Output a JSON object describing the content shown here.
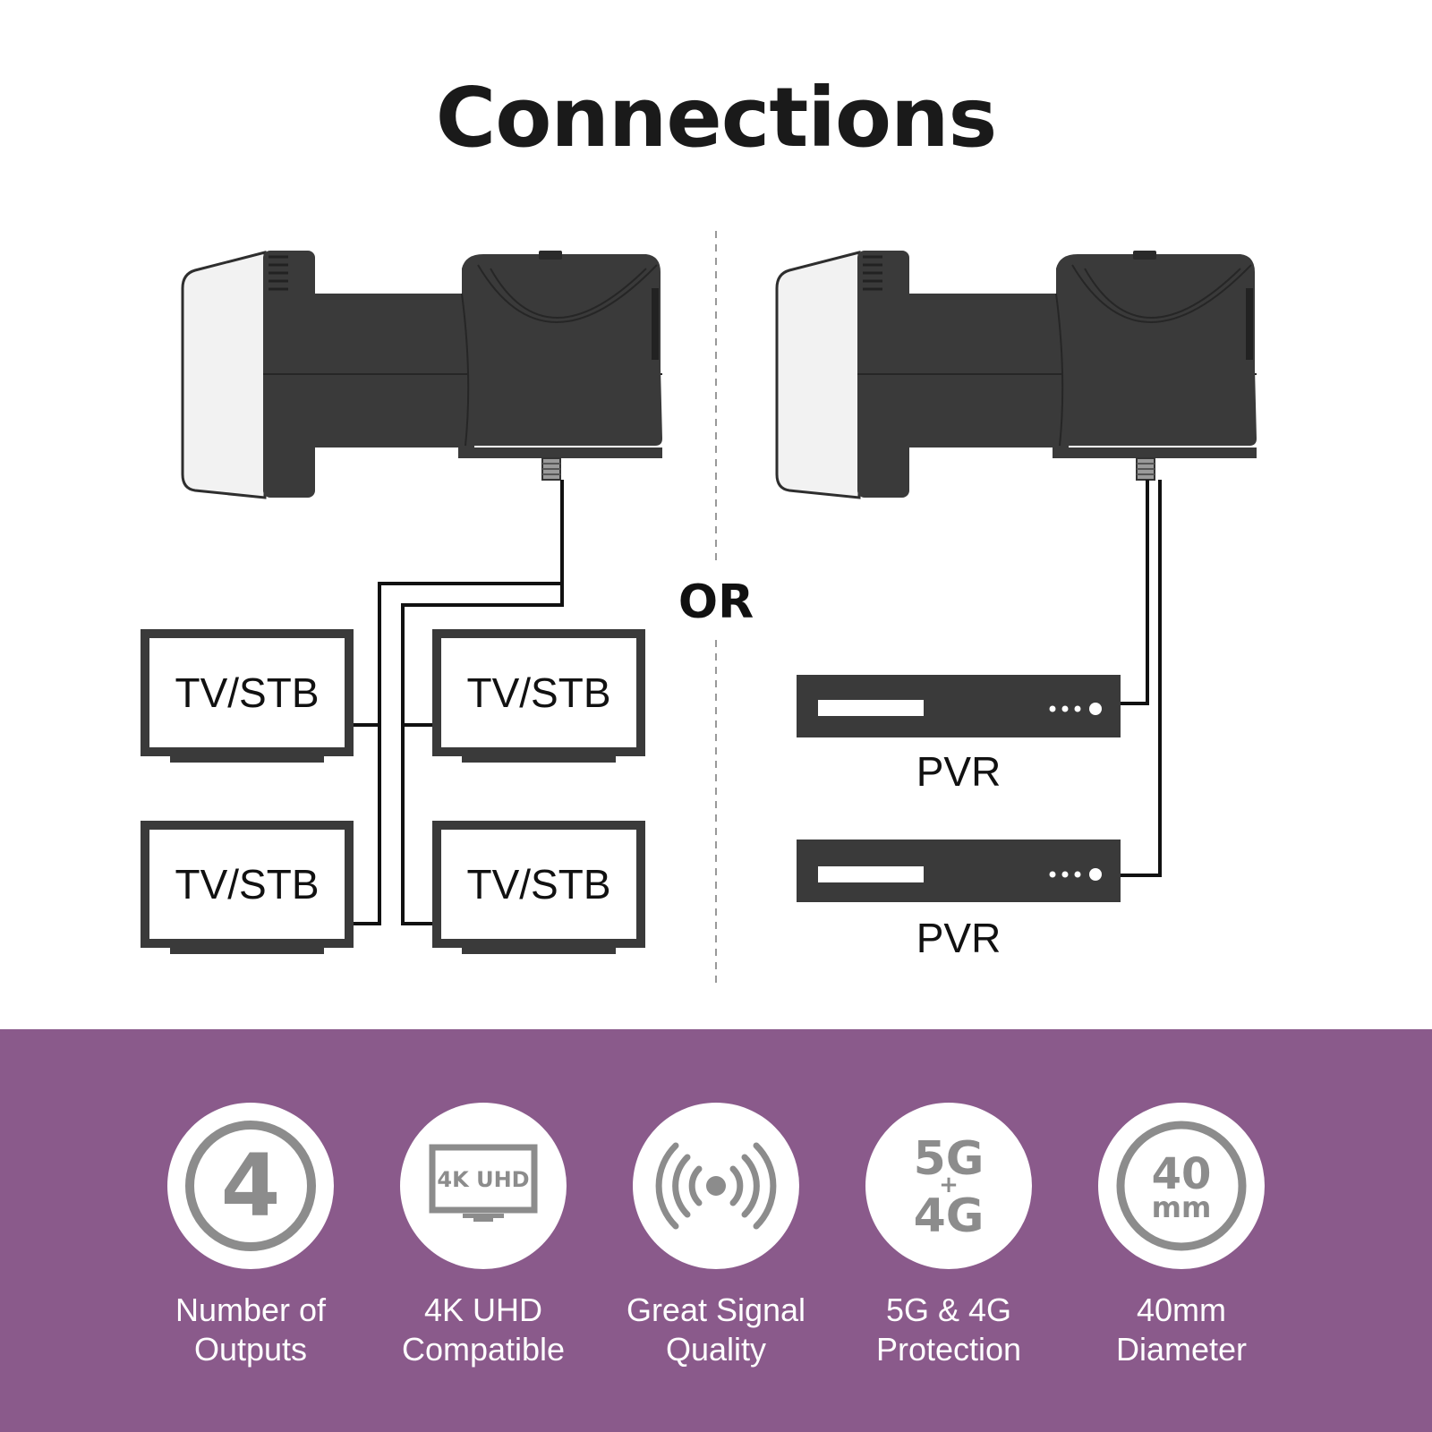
{
  "title": "Connections",
  "separator_text": "OR",
  "left": {
    "devices": [
      "TV/STB",
      "TV/STB",
      "TV/STB",
      "TV/STB"
    ]
  },
  "right": {
    "devices": [
      "PVR",
      "PVR"
    ]
  },
  "features": [
    {
      "icon": "outputs-4-icon",
      "icon_text": "4",
      "line1": "Number of",
      "line2": "Outputs"
    },
    {
      "icon": "uhd-tv-icon",
      "icon_text": "4K UHD",
      "line1": "4K UHD",
      "line2": "Compatible"
    },
    {
      "icon": "signal-icon",
      "icon_text": "",
      "line1": "Great Signal",
      "line2": "Quality"
    },
    {
      "icon": "5g-4g-icon",
      "icon_text_top": "5G",
      "icon_text_mid": "+",
      "icon_text_bottom": "4G",
      "line1": "5G & 4G",
      "line2": "Protection"
    },
    {
      "icon": "diameter-40mm-icon",
      "icon_text_top": "40",
      "icon_text_bottom": "mm",
      "line1": "40mm",
      "line2": "Diameter"
    }
  ],
  "colors": {
    "band": "#8a5a8b",
    "lnb_body": "#3a3a3a",
    "icon_grey": "#8c8c8c"
  }
}
